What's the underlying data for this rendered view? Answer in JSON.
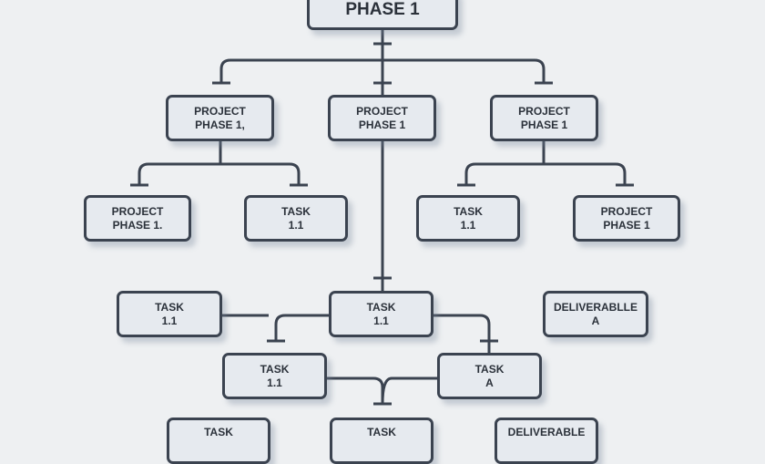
{
  "root": {
    "line1": "PHASE 1"
  },
  "level1": [
    {
      "line1": "PROJECT",
      "line2": "PHASE 1,"
    },
    {
      "line1": "PROJECT",
      "line2": "PHASE 1"
    },
    {
      "line1": "PROJECT",
      "line2": "PHASE 1"
    }
  ],
  "level2": [
    {
      "line1": "PROJECT",
      "line2": "PHASE 1."
    },
    {
      "line1": "TASK",
      "line2": "1.1"
    },
    {
      "line1": "TASK",
      "line2": "1.1"
    },
    {
      "line1": "PROJECT",
      "line2": "PHASE 1"
    }
  ],
  "level3": [
    {
      "line1": "TASK",
      "line2": "1.1"
    },
    {
      "line1": "TASK",
      "line2": "1.1"
    },
    {
      "line1": "DELIVERABLLE",
      "line2": "A"
    }
  ],
  "level4": [
    {
      "line1": "TASK",
      "line2": "1.1"
    },
    {
      "line1": "TASK",
      "line2": "A"
    }
  ],
  "level5": [
    {
      "line1": "TASK"
    },
    {
      "line1": "TASK"
    },
    {
      "line1": "DELIVERABLE"
    }
  ],
  "colors": {
    "line": "#3b4350",
    "box": "#e6eaef",
    "background": "#eef0f2"
  }
}
